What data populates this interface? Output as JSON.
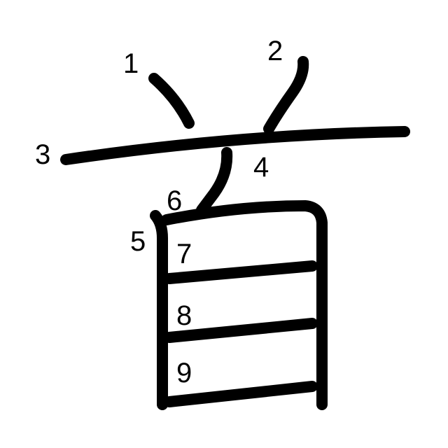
{
  "character": "首",
  "stroke_color": "#000000",
  "background_color": "#ffffff",
  "strokes": [
    {
      "order": "1"
    },
    {
      "order": "2"
    },
    {
      "order": "3"
    },
    {
      "order": "4"
    },
    {
      "order": "5"
    },
    {
      "order": "6"
    },
    {
      "order": "7"
    },
    {
      "order": "8"
    },
    {
      "order": "9"
    }
  ]
}
